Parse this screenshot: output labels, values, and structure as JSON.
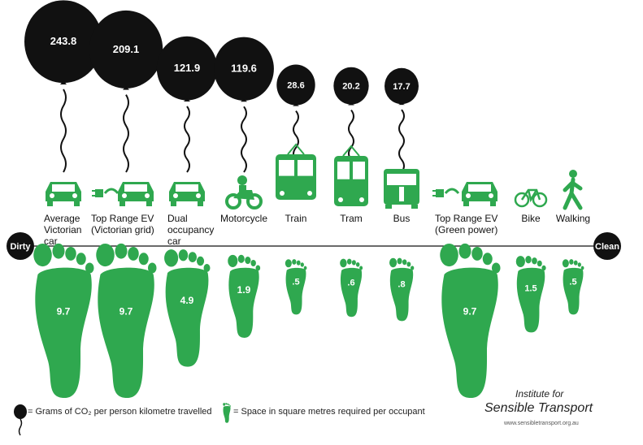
{
  "chart_data": {
    "type": "infographic",
    "categories": [
      "Average Victorian car",
      "Top Range EV (Victorian grid)",
      "Dual occupancy car",
      "Motorcycle",
      "Train",
      "Tram",
      "Bus",
      "Top Range EV (Green power)",
      "Bike",
      "Walking"
    ],
    "category_lines": [
      [
        "Average",
        "Victorian",
        "car"
      ],
      [
        "Top Range EV",
        "(Victorian grid)"
      ],
      [
        "Dual",
        "occupancy",
        "car"
      ],
      [
        "Motorcycle"
      ],
      [
        "Train"
      ],
      [
        "Tram"
      ],
      [
        "Bus"
      ],
      [
        "Top Range EV",
        "(Green power)"
      ],
      [
        "Bike"
      ],
      [
        "Walking"
      ]
    ],
    "series": [
      {
        "name": "Grams of CO₂ per person kilometre travelled",
        "values": [
          243.8,
          209.1,
          121.9,
          119.6,
          28.6,
          20.2,
          17.7,
          null,
          null,
          null
        ],
        "labels": [
          "243.8",
          "209.1",
          "121.9",
          "119.6",
          "28.6",
          "20.2",
          "17.7",
          "",
          "",
          ""
        ]
      },
      {
        "name": "Space in square metres required per occupant",
        "values": [
          9.7,
          9.7,
          4.9,
          1.9,
          0.5,
          0.6,
          0.8,
          9.7,
          1.5,
          0.5
        ],
        "labels": [
          "9.7",
          "9.7",
          "4.9",
          "1.9",
          ".5",
          ".6",
          ".8",
          "9.7",
          "1.5",
          ".5"
        ]
      }
    ],
    "scale_left": "Dirty",
    "scale_right": "Clean",
    "balloon_color": "#111111",
    "footprint_color": "#2fa84f"
  },
  "legend": {
    "balloon_text": "= Grams of CO₂ per person kilometre travelled",
    "footprint_text": "= Space in square metres required per occupant"
  },
  "brand": {
    "line1": "Institute for",
    "line2": "Sensible Transport",
    "line3": "www.sensibletransport.org.au"
  }
}
